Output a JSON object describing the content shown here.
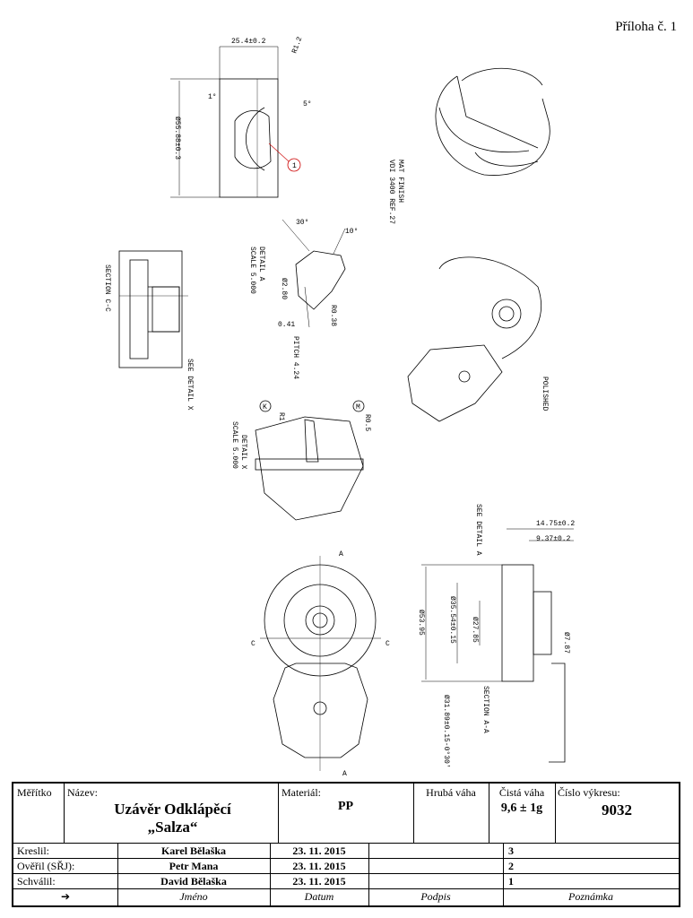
{
  "annex_label": "Příloha č. 1",
  "drawing": {
    "dims": {
      "width_top": "25.4±0.2",
      "radius_top": "R1.2",
      "angle_left": "1°",
      "angle_right": "5°",
      "diameter_main": "Ø55.88±0.3",
      "callout_1": "1",
      "mat_finish": "MAT FINISH",
      "vdi": "VDI 3400 REF.27",
      "detail_a": "DETAIL A",
      "scale_a": "SCALE 5.000",
      "angle_30": "30°",
      "angle_10": "10°",
      "diam_2_80": "Ø2.80",
      "r038": "R0.38",
      "dim_041": "0.41",
      "pitch": "PITCH 4.24",
      "section_cc": "SECTION C-C",
      "see_detail_x": "SEE DETAIL X",
      "polished": "POLISHED",
      "detail_x": "DETAIL X",
      "scale_x": "SCALE 5.000",
      "k_label": "K",
      "k_r1": "R1",
      "m_label": "M",
      "m_r05": "R0.5",
      "see_detail_a": "SEE DETAIL A",
      "dim_1475": "14.75±0.2",
      "dim_937": "9.37±0.2",
      "diam_5395": "Ø53.95",
      "diam_3554": "Ø35.54±0.15",
      "diam_2785": "Ø27.85",
      "diam_787": "Ø7.87",
      "thread": "Ø31.89±0.15-0°30'",
      "section_aa": "SECTION A-A",
      "c_left": "C",
      "c_right": "C",
      "a_top": "A",
      "a_bottom": "A"
    }
  },
  "title_block": {
    "scale_label": "Měřítko",
    "name_label": "Název:",
    "name_line1": "Uzávěr Odklápěcí",
    "name_line2": "„Salza“",
    "material_label": "Materiál:",
    "material_value": "PP",
    "gross_weight_label": "Hrubá váha",
    "net_weight_label": "Čistá váha",
    "net_weight_value": "9,6 ± 1g",
    "drawing_no_label": "Číslo výkresu:",
    "drawing_no_value": "9032",
    "rows": [
      {
        "role": "Kreslil:",
        "name": "Karel Bělaška",
        "date": "23. 11. 2015",
        "num": "3"
      },
      {
        "role": "Ověřil (SŘJ):",
        "name": "Petr Mana",
        "date": "23. 11. 2015",
        "num": "2"
      },
      {
        "role": "Schválil:",
        "name": "David Bělaška",
        "date": "23. 11. 2015",
        "num": "1"
      }
    ],
    "footer": {
      "arrow": "➔",
      "name": "Jméno",
      "date": "Datum",
      "signature": "Podpis",
      "note": "Poznámka"
    }
  }
}
